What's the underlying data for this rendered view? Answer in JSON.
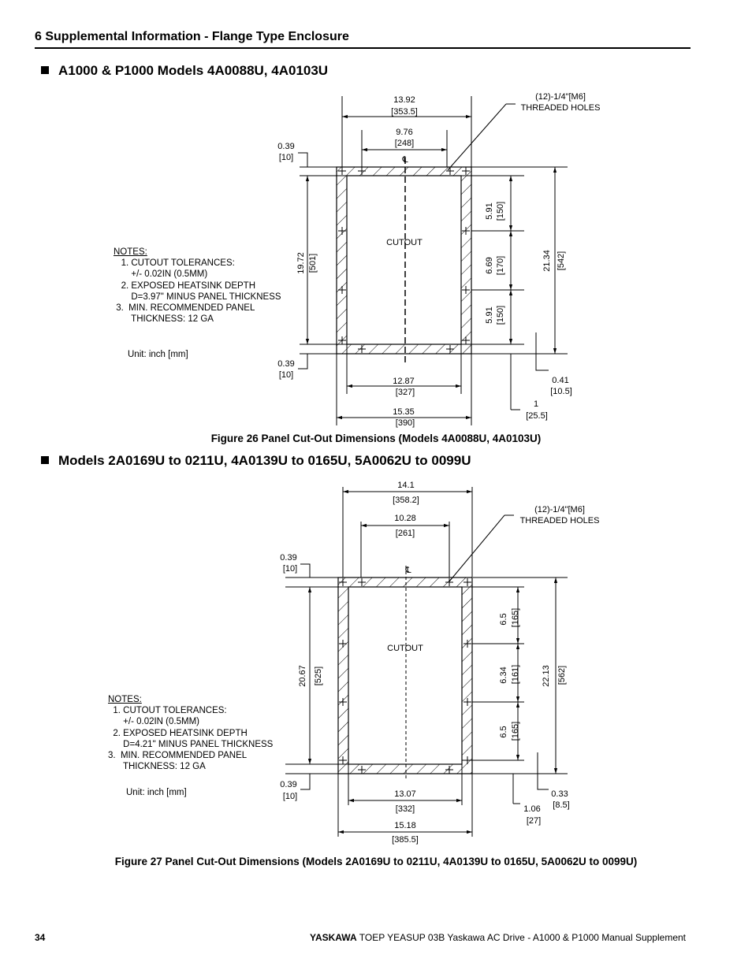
{
  "header": {
    "title": "6  Supplemental Information - Flange Type Enclosure",
    "page_number": "34"
  },
  "footer": {
    "brand": "YASKAWA",
    "doc": "TOEP YEASUP 03B Yaskawa AC Drive - A1000 & P1000 Manual Supplement"
  },
  "section1": {
    "title": "A1000 & P1000 Models 4A0088U, 4A0103U"
  },
  "section2": {
    "title": "Models 2A0169U to 0211U, 4A0139U to 0165U, 5A0062U to 0099U"
  },
  "fig26": {
    "caption": "Figure 26  Panel Cut-Out Dimensions (Models 4A0088U, 4A0103U)",
    "dims": {
      "top_width": "13.92",
      "top_width_mm": "[353.5]",
      "hole_width": "9.76",
      "hole_width_mm": "[248]",
      "holes_label_1": "(12)-1/4\"[M6]",
      "holes_label_2": "THREADED HOLES",
      "top_margin": "0.39",
      "top_margin_mm": "[10]",
      "cutout_height": "19.72",
      "cutout_height_mm": "[501]",
      "seg1": "5.91",
      "seg1_mm": "[150]",
      "seg2": "6.69",
      "seg2_mm": "[170]",
      "seg3": "5.91",
      "seg3_mm": "[150]",
      "total_height": "21.34",
      "total_height_mm": "[542]",
      "bottom_margin": "0.39",
      "bottom_margin_mm": "[10]",
      "cutout_width": "12.87",
      "cutout_width_mm": "[327]",
      "total_width": "15.35",
      "total_width_mm": "[390]",
      "edge_offset": "0.41",
      "edge_offset_mm": "[10.5]",
      "side_offset": "1",
      "side_offset_mm": "[25.5]",
      "cutout_label": "CUTOUT",
      "centerline": "℄"
    },
    "notes": {
      "heading": "NOTES:",
      "n1a": "1. CUTOUT TOLERANCES:",
      "n1b": "+/- 0.02IN (0.5MM)",
      "n2a": "2. EXPOSED HEATSINK DEPTH",
      "n2b": "D=3.97\" MINUS PANEL THICKNESS",
      "n3a": "3.  MIN. RECOMMENDED PANEL",
      "n3b": "THICKNESS: 12 GA",
      "unit": "Unit: inch [mm]"
    }
  },
  "fig27": {
    "caption": "Figure 27  Panel Cut-Out Dimensions (Models 2A0169U to 0211U, 4A0139U to 0165U, 5A0062U to 0099U)",
    "dims": {
      "top_width": "14.1",
      "top_width_mm": "[358.2]",
      "hole_width": "10.28",
      "hole_width_mm": "[261]",
      "holes_label_1": "(12)-1/4\"[M6]",
      "holes_label_2": "THREADED HOLES",
      "top_margin": "0.39",
      "top_margin_mm": "[10]",
      "cutout_height": "20.67",
      "cutout_height_mm": "[525]",
      "seg1": "6.5",
      "seg1_mm": "[165]",
      "seg2": "6.34",
      "seg2_mm": "[161]",
      "seg3": "6.5",
      "seg3_mm": "[165]",
      "total_height": "22.13",
      "total_height_mm": "[562]",
      "bottom_margin": "0.39",
      "bottom_margin_mm": "[10]",
      "cutout_width": "13.07",
      "cutout_width_mm": "[332]",
      "total_width": "15.18",
      "total_width_mm": "[385.5]",
      "edge_offset": "0.33",
      "edge_offset_mm": "[8.5]",
      "side_offset": "1.06",
      "side_offset_mm": "[27]",
      "cutout_label": "CUTOUT",
      "centerline": "℄"
    },
    "notes": {
      "heading": "NOTES:",
      "n1a": "1. CUTOUT TOLERANCES:",
      "n1b": "+/- 0.02IN (0.5MM)",
      "n2a": "2. EXPOSED HEATSINK DEPTH",
      "n2b": "D=4.21\" MINUS PANEL THICKNESS",
      "n3a": "3.  MIN. RECOMMENDED PANEL",
      "n3b": "THICKNESS: 12 GA",
      "unit": "Unit: inch [mm]"
    }
  }
}
